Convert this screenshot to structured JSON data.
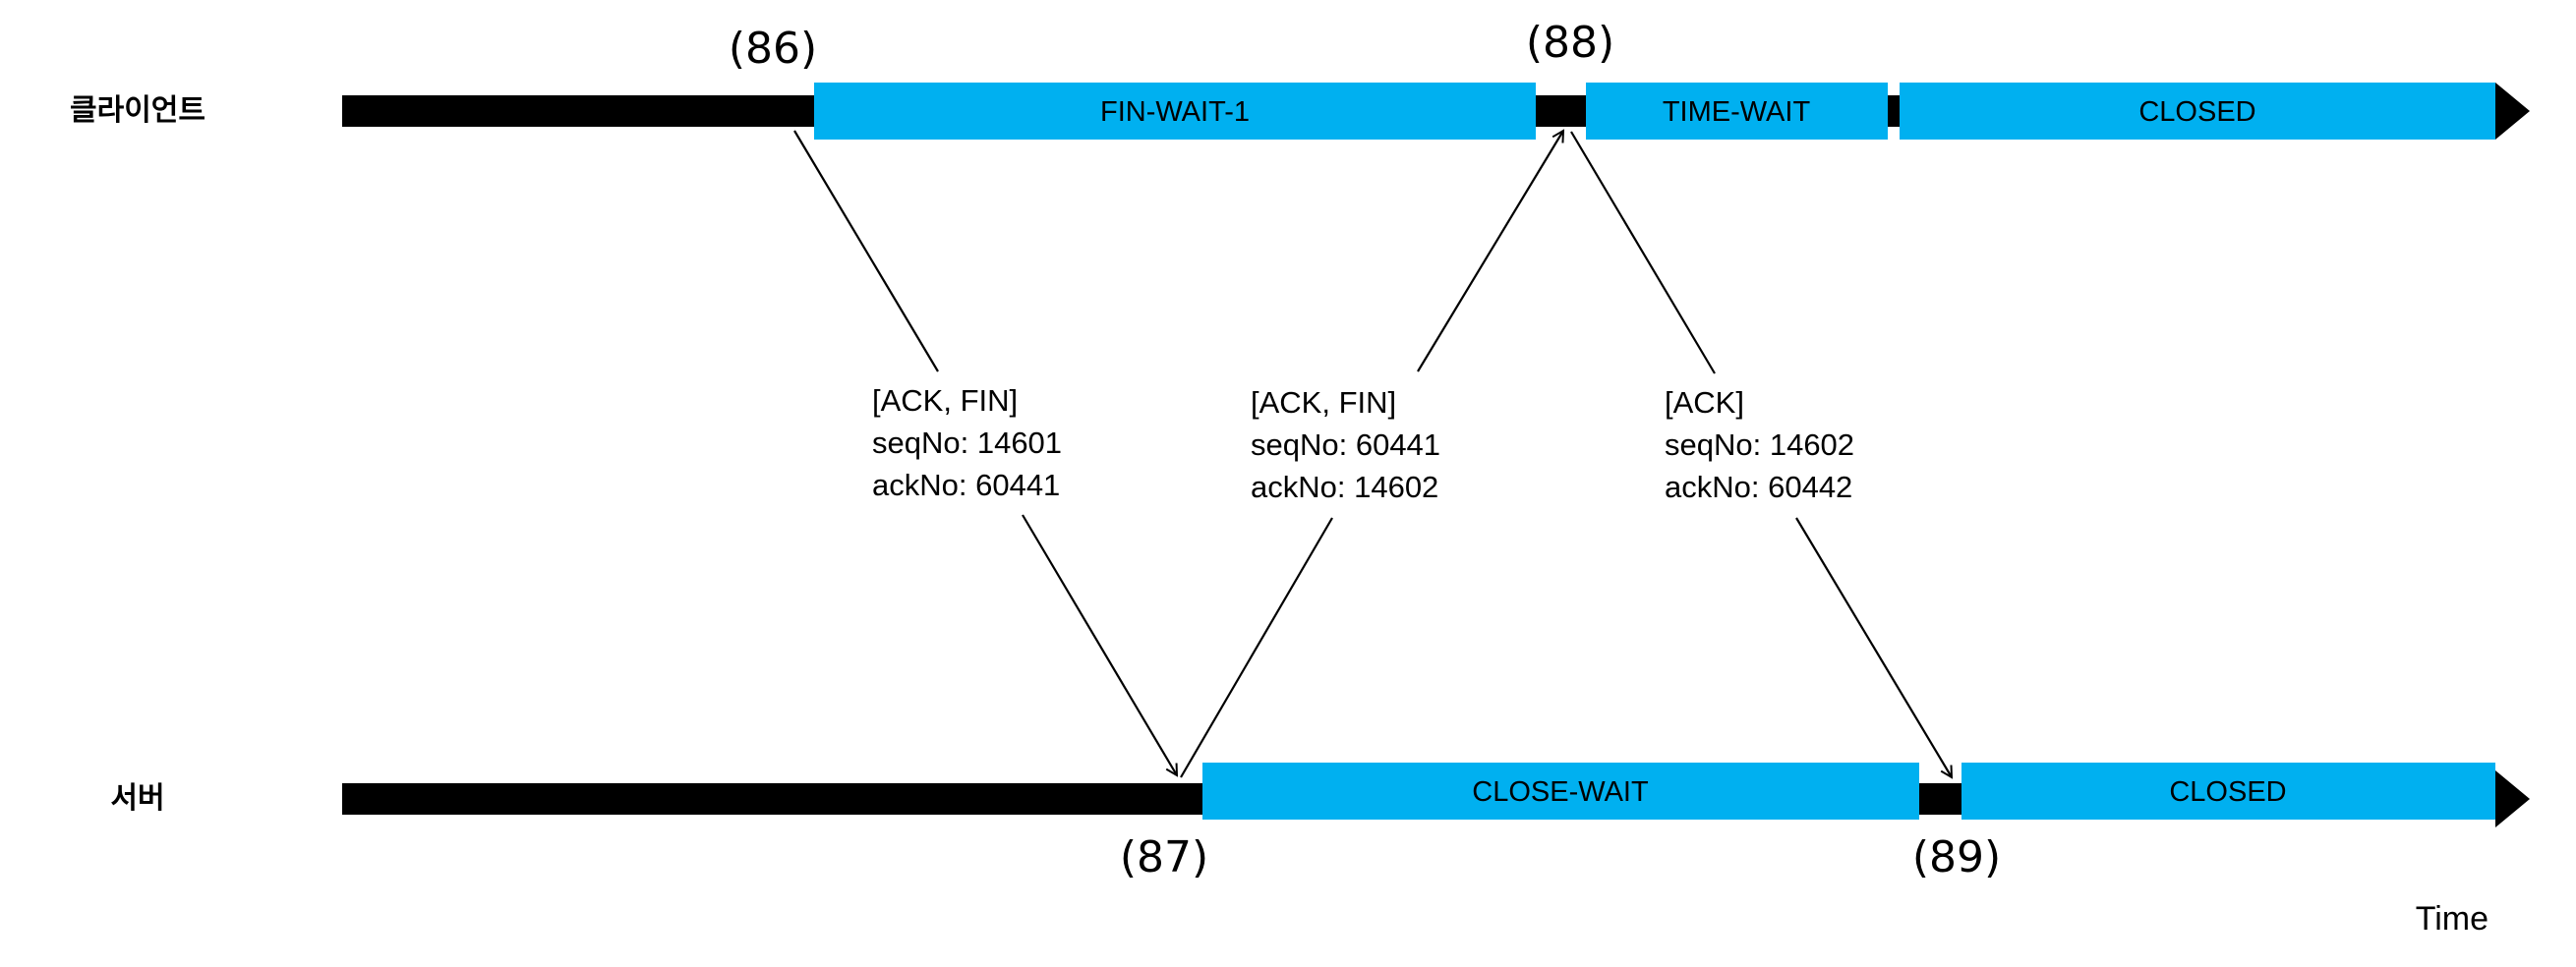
{
  "lanes": {
    "client": "클라이언트",
    "server": "서버"
  },
  "states": {
    "client_fin_wait_1": "FIN-WAIT-1",
    "client_time_wait": "TIME-WAIT",
    "client_closed": "CLOSED",
    "server_close_wait": "CLOSE-WAIT",
    "server_closed": "CLOSED"
  },
  "steps": {
    "s86": "(86)",
    "s87": "(87)",
    "s88": "(88)",
    "s89": "(89)"
  },
  "messages": {
    "m1": {
      "flags": "[ACK, FIN]",
      "seq": "seqNo: 14601",
      "ack": "ackNo: 60441"
    },
    "m2": {
      "flags": "[ACK, FIN]",
      "seq": "seqNo: 60441",
      "ack": "ackNo: 14602"
    },
    "m3": {
      "flags": "[ACK]",
      "seq": "seqNo: 14602",
      "ack": "ackNo: 60442"
    }
  },
  "axis": {
    "time_label": "Time"
  },
  "colors": {
    "state_fill": "#00B0F0",
    "timeline": "#000000",
    "arrow": "#000000"
  }
}
